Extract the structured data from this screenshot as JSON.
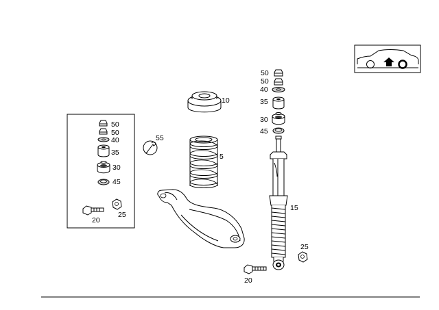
{
  "callouts": {
    "kit_top_nut": "50",
    "kit_second_nut": "50",
    "kit_washer": "40",
    "kit_upper_bushing": "35",
    "kit_lower_bushing": "30",
    "kit_lower_ring": "45",
    "kit_bolt": "20",
    "kit_nut": "25",
    "repair_kit": "55",
    "spring_seat": "10",
    "coil_spring": "5",
    "top_nut": "50",
    "second_nut": "50",
    "washer": "40",
    "upper_bushing": "35",
    "lower_bushing": "30",
    "lower_ring": "45",
    "shock_absorber": "15",
    "lower_nut": "25",
    "lower_bolt": "20"
  },
  "icons": {
    "vehicle_location": "car-rear-axle-icon",
    "repair_kit": "wrench-icon"
  }
}
